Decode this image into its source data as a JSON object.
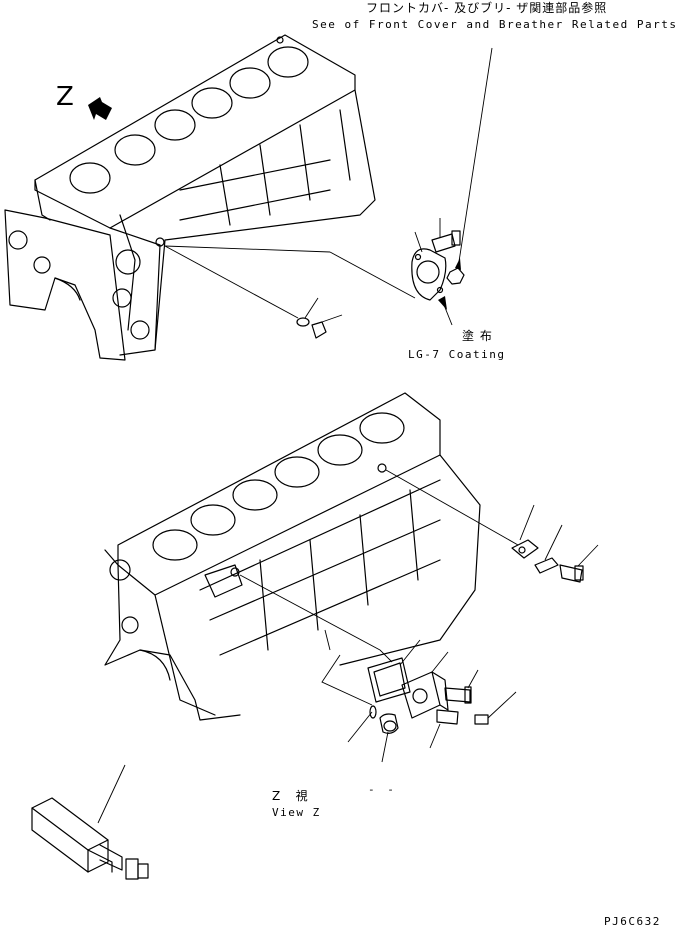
{
  "labels": {
    "ref_jp": "フロントカバ- 及びブリ- ザ関連部品参照",
    "ref_en": "See of Front Cover and Breather Related Parts",
    "coating_jp": "塗 布",
    "coating_en": "LG-7 Coating",
    "view_jp": "Z   視",
    "view_en": "View Z",
    "z_marker": "Z",
    "drawing_code": "PJ6C632",
    "dash_mark": "- -"
  }
}
